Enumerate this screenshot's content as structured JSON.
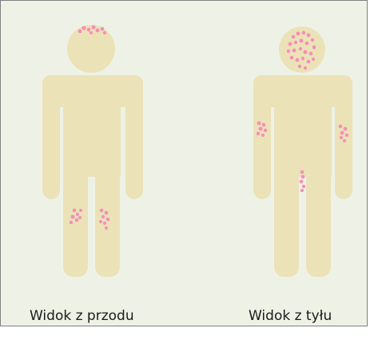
{
  "colors": {
    "background": "#eef2e6",
    "body": "#ece2b8",
    "spots": "#f48fb8",
    "border": "#7f7f7f"
  },
  "figures": [
    {
      "view": "front",
      "caption": "Widok z przodu",
      "lesion_areas": [
        "scalp-top",
        "left-knee",
        "right-knee"
      ]
    },
    {
      "view": "back",
      "caption": "Widok z tyłu",
      "lesion_areas": [
        "scalp",
        "left-elbow",
        "right-elbow",
        "lower-back"
      ]
    }
  ]
}
